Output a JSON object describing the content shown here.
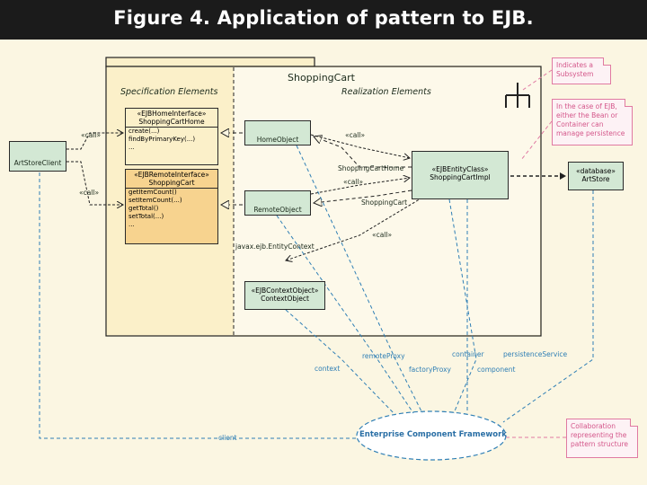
{
  "title": "Figure 4. Application of pattern to EJB.",
  "subsystem": {
    "name": "ShoppingCart",
    "spec_heading": "Specification Elements",
    "real_heading": "Realization Elements"
  },
  "client": {
    "label": "ArtStoreClient"
  },
  "home_interface": {
    "stereotype": "«EJBHomeInterface»",
    "name": "ShoppingCartHome",
    "ops": [
      "create(...)",
      "findByPrimaryKey(...)",
      "..."
    ]
  },
  "remote_interface": {
    "stereotype": "«EJBRemoteInterface»",
    "name": "ShoppingCart",
    "ops": [
      "getItemCount()",
      "setItemCount(...)",
      "getTotal()",
      "setTotal(...)",
      "..."
    ]
  },
  "home_object": {
    "label": "HomeObject"
  },
  "remote_object": {
    "label": "RemoteObject"
  },
  "context_object": {
    "stereotype": "«EJBContextObject»",
    "name": "ContextObject"
  },
  "entity_class": {
    "stereotype": "«EJBEntityClass»",
    "name": "ShoppingCartImpl"
  },
  "database": {
    "stereotype": "«database»",
    "name": "ArtStore"
  },
  "edge_labels": {
    "calls_client_home": "«call»",
    "calls_client_remote": "«call»",
    "calls_home_entity": "«call»",
    "calls_remote_entity": "«call»",
    "calls_context": "«call»",
    "shoppingcarthome": "ShoppingCartHome",
    "shoppingcart": "ShoppingCart",
    "context_role": "javax.ejb.EntityContext"
  },
  "framework": {
    "label": "Enterprise Component Framework",
    "roles": {
      "client": "client",
      "context": "context",
      "remote_proxy": "remoteProxy",
      "factory_proxy": "factoryProxy",
      "container": "container",
      "component": "component",
      "persistence_service": "persistenceService"
    }
  },
  "notes": {
    "subsystem": "Indicates a Subsystem",
    "persistence": "In the case of EJB, either the Bean or Container can manage persistence",
    "collaboration": "Collaboration representing the pattern structure"
  },
  "colors": {
    "class_fill": "#d3e8d4",
    "interface_fill": "#fbf0c9",
    "interface_header": "#f7d38f",
    "role_line": "#2f7fb5",
    "note_line": "#e07aa2",
    "background": "#fbf6e2"
  }
}
